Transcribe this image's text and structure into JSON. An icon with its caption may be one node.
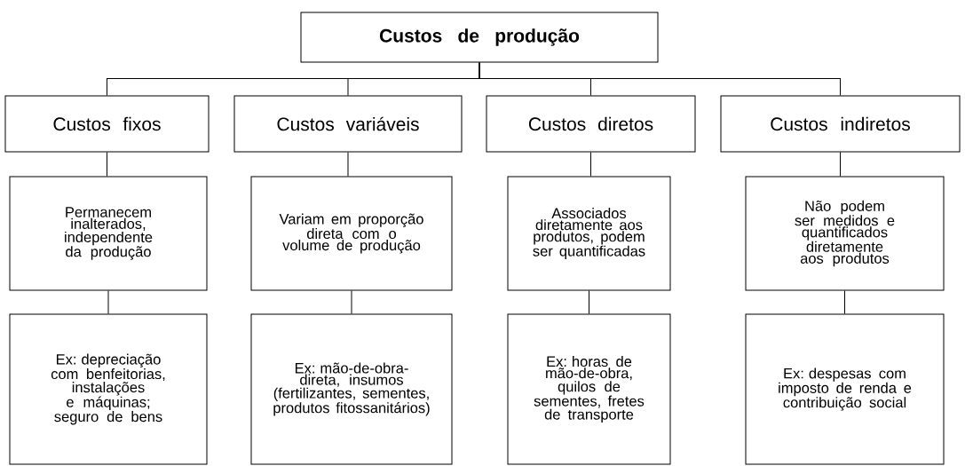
{
  "diagram": {
    "nodes": [
      {
        "text": [
          "Custos de produção"
        ]
      },
      {
        "text": [
          "Custos fixos"
        ]
      },
      {
        "text": [
          "Custos variáveis"
        ]
      },
      {
        "text": [
          "Custos diretos"
        ]
      },
      {
        "text": [
          "Custos indiretos"
        ]
      },
      {
        "text": [
          "Permanecem inalterados, independente da produção"
        ]
      },
      {
        "text": [
          "Variam em proporção direta com o volume de produção"
        ]
      },
      {
        "text": [
          "Associados diretamente aos produtos, podem ser quantificadas"
        ]
      },
      {
        "text": [
          "Não podem ser medidos e quantificados diretamente aos produtos"
        ]
      },
      {
        "text": [
          "Ex: depreciação com benfeitorias, instalações e máquinas; seguro de bens"
        ]
      },
      {
        "text": [
          "Ex: mão-de-obra-direta, insumos (fertilizantes, sementes, produtos fitossanitários)"
        ]
      },
      {
        "text": [
          "Ex: horas de mão-de-obra, quilos de sementes, fretes de transporte"
        ]
      },
      {
        "text": [
          "Ex: despesas com imposto de renda e contribuição social"
        ]
      }
    ],
    "edges": [
      {
        "from": 0,
        "to": 1,
        "arrow": "none"
      },
      {
        "from": 0,
        "to": 2,
        "arrow": "none"
      },
      {
        "from": 0,
        "to": 3,
        "arrow": "none"
      },
      {
        "from": 0,
        "to": 4,
        "arrow": "none"
      },
      {
        "from": 1,
        "to": 5,
        "arrow": "none"
      },
      {
        "from": 2,
        "to": 6,
        "arrow": "none"
      },
      {
        "from": 3,
        "to": 7,
        "arrow": "none"
      },
      {
        "from": 4,
        "to": 8,
        "arrow": "none"
      },
      {
        "from": 5,
        "to": 9,
        "arrow": "none"
      },
      {
        "from": 6,
        "to": 10,
        "arrow": "none"
      },
      {
        "from": 7,
        "to": 11,
        "arrow": "none"
      },
      {
        "from": 8,
        "to": 12,
        "arrow": "none"
      }
    ]
  }
}
